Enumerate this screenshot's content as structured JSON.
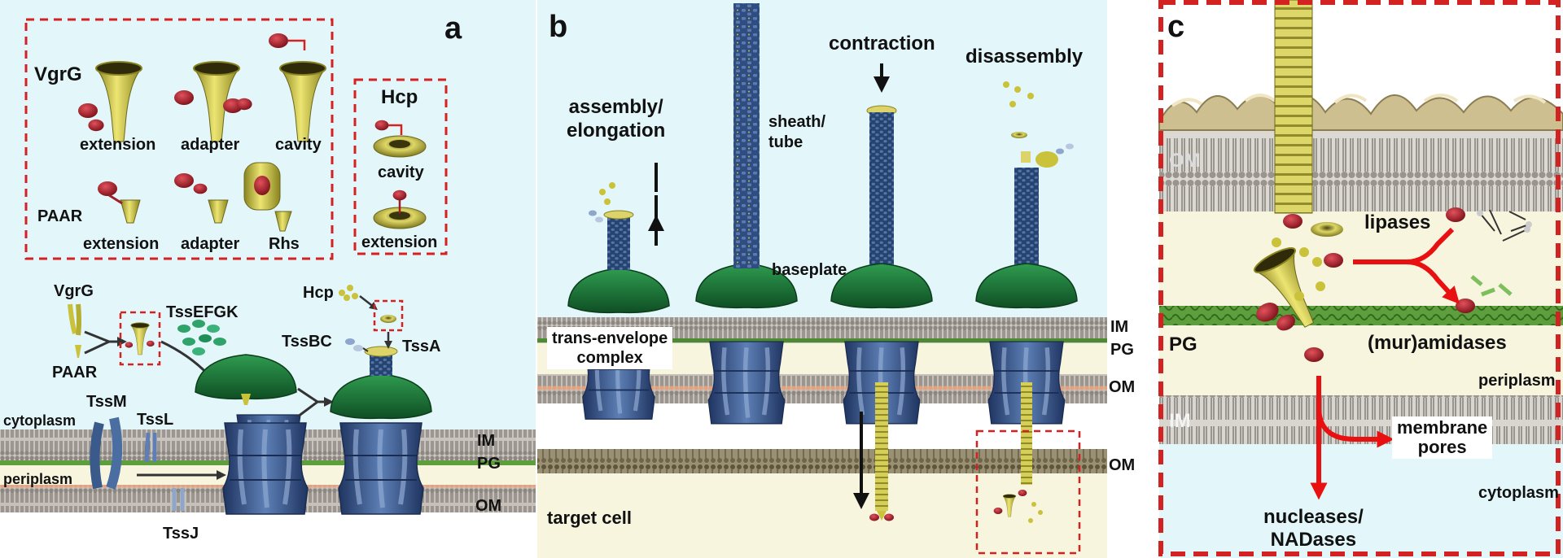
{
  "panels": {
    "a": {
      "letter": "a",
      "vgrg": {
        "title": "VgrG",
        "labels": [
          "extension",
          "adapter",
          "cavity"
        ]
      },
      "paar": {
        "title": "PAAR",
        "labels": [
          "extension",
          "adapter",
          "Rhs"
        ]
      },
      "hcp": {
        "title": "Hcp",
        "labels": [
          "cavity",
          "extension"
        ]
      },
      "assembly": {
        "vgrg": "VgrG",
        "paar": "PAAR",
        "tssefgk": "TssEFGK",
        "hcp": "Hcp",
        "tssbc": "TssBC",
        "tssa": "TssA",
        "tssm": "TssM",
        "tssl": "TssL",
        "tssj": "TssJ"
      },
      "compartments": {
        "cytoplasm": "cytoplasm",
        "periplasm": "periplasm"
      },
      "membranes": {
        "im": "IM",
        "pg": "PG",
        "om": "OM"
      }
    },
    "b": {
      "letter": "b",
      "steps": {
        "assembly": "assembly/\nelongation",
        "sheath": "sheath/\ntube",
        "baseplate": "baseplate",
        "contraction": "contraction",
        "disassembly": "disassembly",
        "complex": "trans-envelope\ncomplex",
        "target": "target cell"
      },
      "membranes": {
        "im": "IM",
        "pg": "PG",
        "om": "OM",
        "om_target": "OM"
      }
    },
    "c": {
      "letter": "c",
      "om": "OM",
      "pg": "PG",
      "im": "IM",
      "periplasm": "periplasm",
      "cytoplasm": "cytoplasm",
      "lipases": "lipases",
      "amidases": "(mur)amidases",
      "pores": "membrane\npores",
      "nucleases": "nucleases/\nNADases"
    }
  },
  "colors": {
    "cyto_bg": "#e3f6fa",
    "peri_bg": "#f7f5dd",
    "vgrg_yellow": "#c9c23a",
    "effector_red": "#9c1f2a",
    "baseplate_green": "#1f7a3a",
    "membrane_complex_blue": "#3a5a8c",
    "sheath_blue": "#2e4a7a",
    "dashed_red": "#d22222",
    "arrow_red": "#e81010",
    "membrane_grey": "#8a8480"
  }
}
